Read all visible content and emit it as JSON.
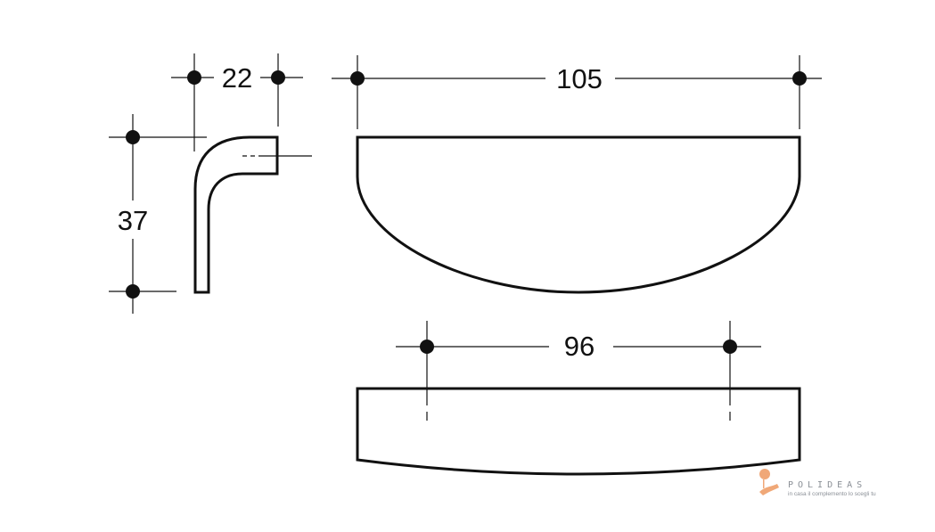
{
  "dimensions": {
    "profile_width": "22",
    "profile_height": "37",
    "overall_length": "105",
    "hole_spacing": "96"
  },
  "logo": {
    "name": "POLIDEAS",
    "tagline": "in casa il complemento lo scegli tu",
    "color": "#f0a878"
  }
}
